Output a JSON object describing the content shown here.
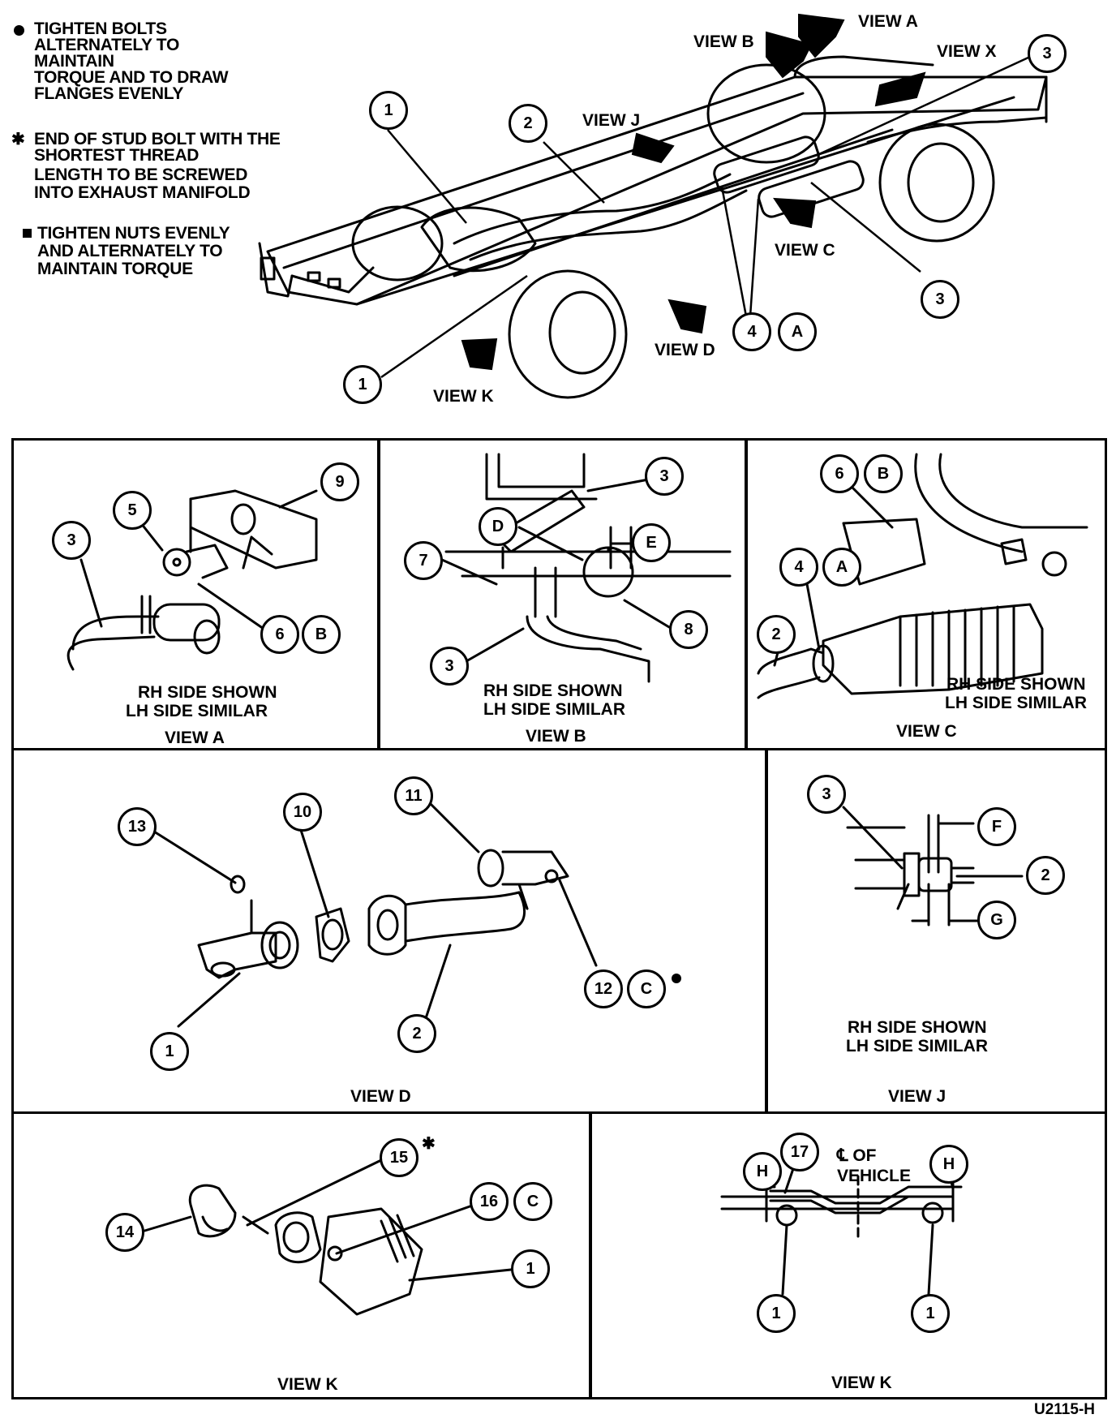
{
  "notes": {
    "note1": [
      "TIGHTEN BOLTS",
      "ALTERNATELY TO",
      "MAINTAIN",
      "TORQUE AND TO DRAW",
      "FLANGES EVENLY"
    ],
    "note2": [
      "END OF STUD BOLT WITH THE",
      "SHORTEST THREAD",
      "LENGTH TO BE SCREWED",
      "INTO EXHAUST MANIFOLD"
    ],
    "note3": [
      "TIGHTEN NUTS EVENLY",
      "AND ALTERNATELY TO",
      "MAINTAIN TORQUE"
    ],
    "star_symbol": "✱"
  },
  "overview": {
    "view_labels": {
      "a": "VIEW A",
      "b": "VIEW B",
      "x": "VIEW X",
      "j": "VIEW J",
      "c": "VIEW C",
      "d": "VIEW D",
      "k": "VIEW K"
    },
    "callouts": [
      "1",
      "2",
      "3",
      "3",
      "4",
      "A",
      "1"
    ]
  },
  "views": {
    "a": {
      "title": "VIEW A",
      "caption": [
        "RH SIDE SHOWN",
        "LH SIDE SIMILAR"
      ],
      "callouts": [
        "9",
        "5",
        "3",
        "6",
        "B"
      ]
    },
    "b": {
      "title": "VIEW B",
      "caption": [
        "RH SIDE SHOWN",
        "LH SIDE SIMILAR"
      ],
      "callouts": [
        "3",
        "D",
        "E",
        "7",
        "8",
        "3"
      ]
    },
    "c": {
      "title": "VIEW C",
      "caption": [
        "RH SIDE SHOWN",
        "LH SIDE SIMILAR"
      ],
      "callouts": [
        "6",
        "B",
        "4",
        "A",
        "2"
      ]
    },
    "d": {
      "title": "VIEW D",
      "callouts": [
        "13",
        "10",
        "11",
        "12",
        "C",
        "1",
        "2"
      ]
    },
    "j": {
      "title": "VIEW J",
      "caption": [
        "RH SIDE SHOWN",
        "LH SIDE SIMILAR"
      ],
      "callouts": [
        "3",
        "F",
        "2",
        "G"
      ]
    },
    "k1": {
      "title": "VIEW K",
      "callouts": [
        "15",
        "16",
        "C",
        "14",
        "1"
      ]
    },
    "k2": {
      "title": "VIEW K",
      "centerline": [
        "℄ OF",
        "VEHICLE"
      ],
      "callouts": [
        "H",
        "17",
        "H",
        "1",
        "1"
      ]
    }
  },
  "figure_id": "U2115-H"
}
